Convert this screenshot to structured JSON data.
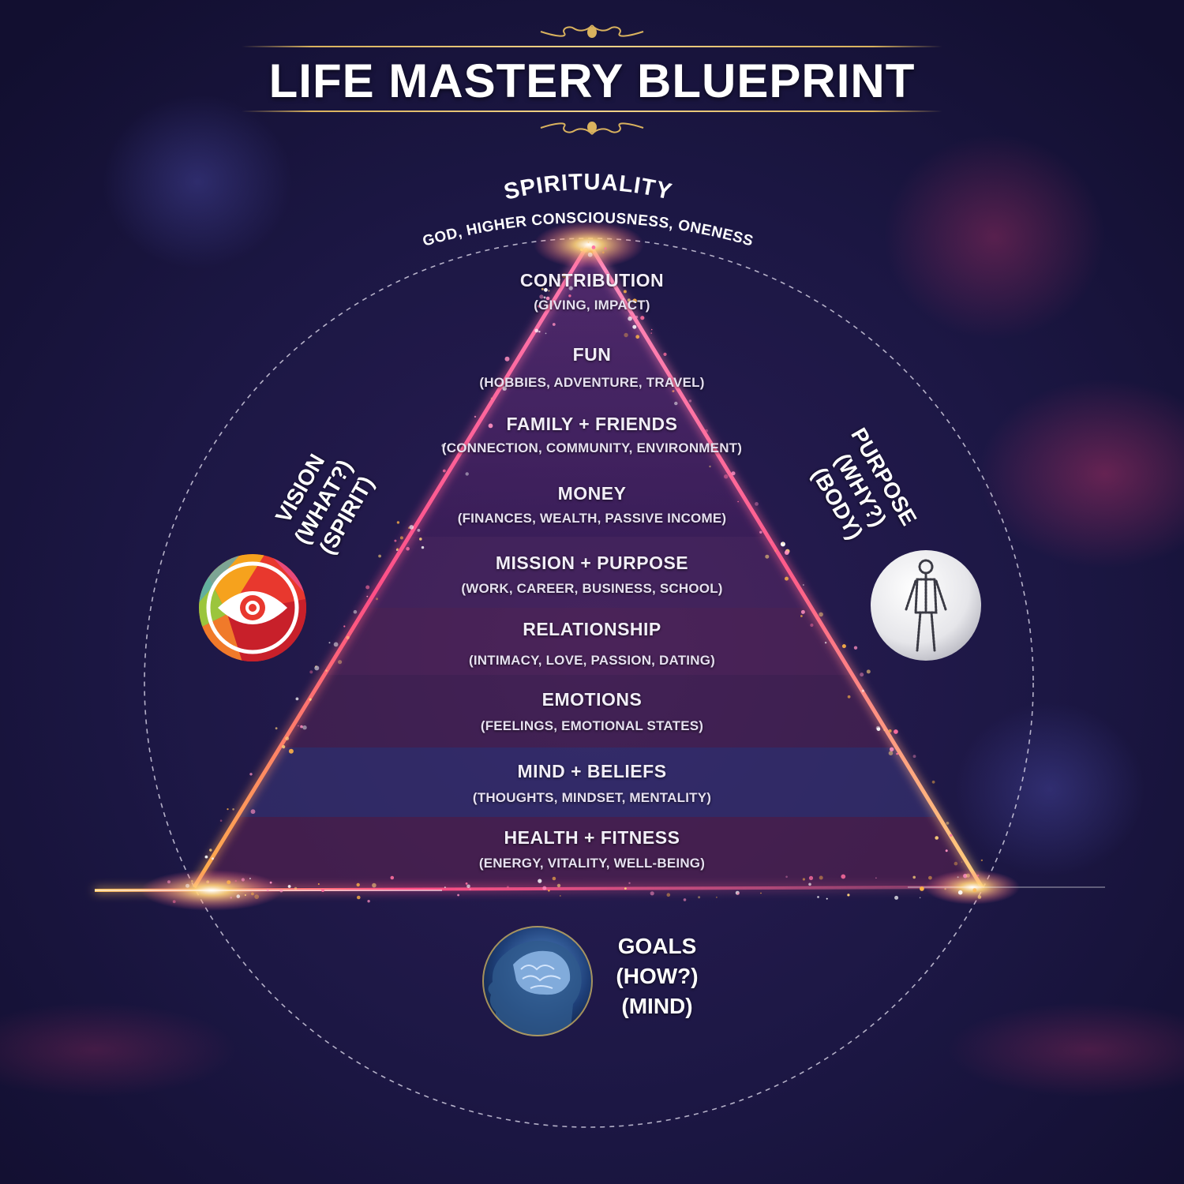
{
  "title": "LIFE MASTERY BLUEPRINT",
  "apex": {
    "name": "SPIRITUALITY",
    "details": "GOD, HIGHER CONSCIOUSNESS, ONENESS"
  },
  "levels": [
    {
      "name": "CONTRIBUTION",
      "details": "(GIVING, IMPACT)"
    },
    {
      "name": "FUN",
      "details": "(HOBBIES, ADVENTURE, TRAVEL)"
    },
    {
      "name": "FAMILY + FRIENDS",
      "details": "(CONNECTION, COMMUNITY, ENVIRONMENT)"
    },
    {
      "name": "MONEY",
      "details": "(FINANCES, WEALTH, PASSIVE INCOME)"
    },
    {
      "name": "MISSION + PURPOSE",
      "details": "(WORK, CAREER, BUSINESS, SCHOOL)"
    },
    {
      "name": "RELATIONSHIP",
      "details": "(INTIMACY, LOVE, PASSION, DATING)"
    },
    {
      "name": "EMOTIONS",
      "details": "(FEELINGS, EMOTIONAL STATES)"
    },
    {
      "name": "MIND + BELIEFS",
      "details": "(THOUGHTS, MINDSET, MENTALITY)"
    },
    {
      "name": "HEALTH + FITNESS",
      "details": "(ENERGY, VITALITY, WELL-BEING)"
    }
  ],
  "vision": {
    "line1": "VISION",
    "line2": "(WHAT?)",
    "line3": "(SPIRIT)",
    "icon": "eye-icon"
  },
  "purpose": {
    "line1": "PURPOSE",
    "line2": "(WHY?)",
    "line3": "(BODY)",
    "icon": "human-figure-icon"
  },
  "goals": {
    "line1": "GOALS",
    "line2": "(HOW?)",
    "line3": "(MIND)",
    "icon": "brain-head-icon"
  },
  "colors": {
    "background": "#17133a",
    "band_purple": "#3b2a6e",
    "band_magenta": "#5a2356",
    "glow_pink": "#ff4f8f",
    "glow_orange": "#ffb347",
    "gold": "#d9b25e"
  }
}
